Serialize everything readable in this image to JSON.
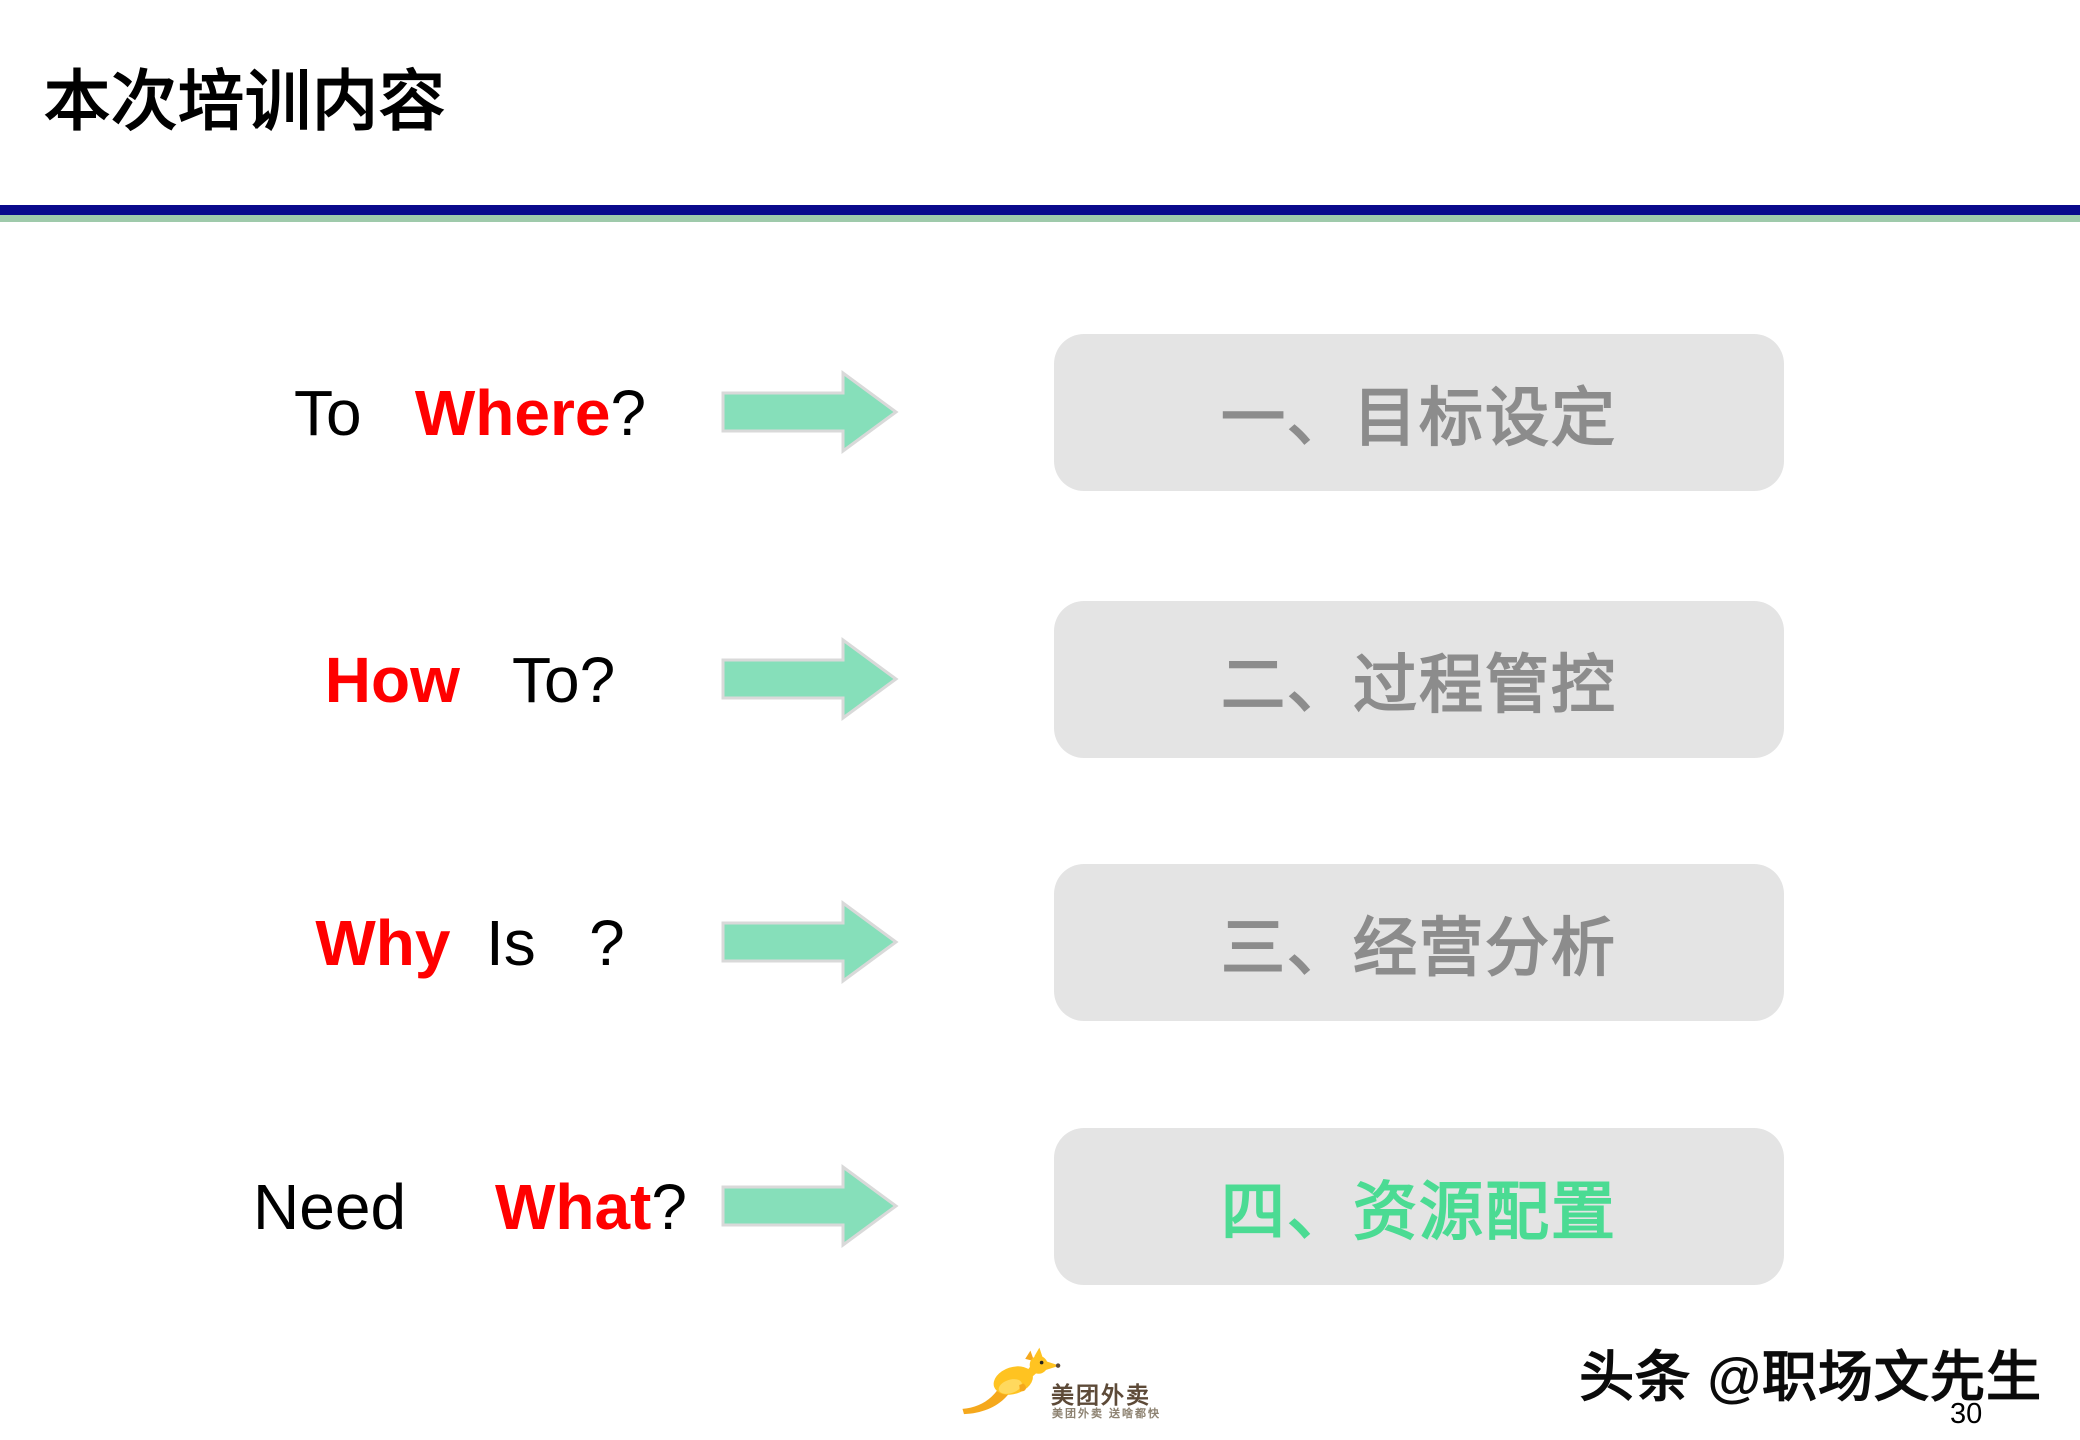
{
  "title": "本次培训内容",
  "rows": [
    {
      "q1": "To   ",
      "q2": "Where",
      "q3": "?",
      "box": "一、目标设定"
    },
    {
      "q1": "",
      "q2": "How",
      "q3": "   To?",
      "box": "二、过程管控"
    },
    {
      "q1": "",
      "q2": "Why",
      "q3": "  Is   ?",
      "box": "三、经营分析"
    },
    {
      "q1": "Need     ",
      "q2": "What",
      "q3": "?",
      "box": "四、资源配置"
    }
  ],
  "footer": {
    "logo_name": "美团外卖",
    "logo_tagline": "美团外卖 送啥都快",
    "watermark": "头条 @职场文先生",
    "page_number": "30"
  },
  "colors": {
    "divider_navy": "#0A0A8C",
    "divider_sage": "#9FCAAB",
    "arrow_mint": "#86DFBA",
    "highlight_red": "#FF0000",
    "box_background": "#E4E4E4",
    "box_text_gray": "#8C8C8C",
    "box_text_green": "#4BDB93",
    "logo_brown": "#5D4A38"
  }
}
